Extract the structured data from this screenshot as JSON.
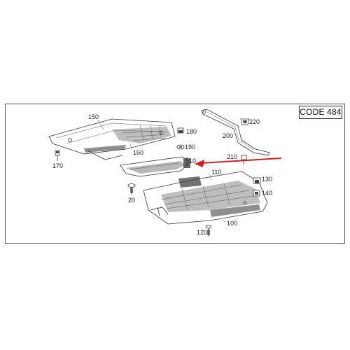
{
  "diagram": {
    "code_label": "CODE 484",
    "parts": {
      "p150": "150",
      "p180": "180",
      "p190": "190",
      "p160": "160",
      "p170": "170",
      "p200": "200",
      "p220": "220",
      "p210": "210",
      "p10": "10",
      "p110": "110",
      "p130": "130",
      "p140": "140",
      "p20": "20",
      "p100": "100",
      "p120": "120"
    },
    "colors": {
      "arrow": "#d42020",
      "line": "#333333"
    }
  }
}
